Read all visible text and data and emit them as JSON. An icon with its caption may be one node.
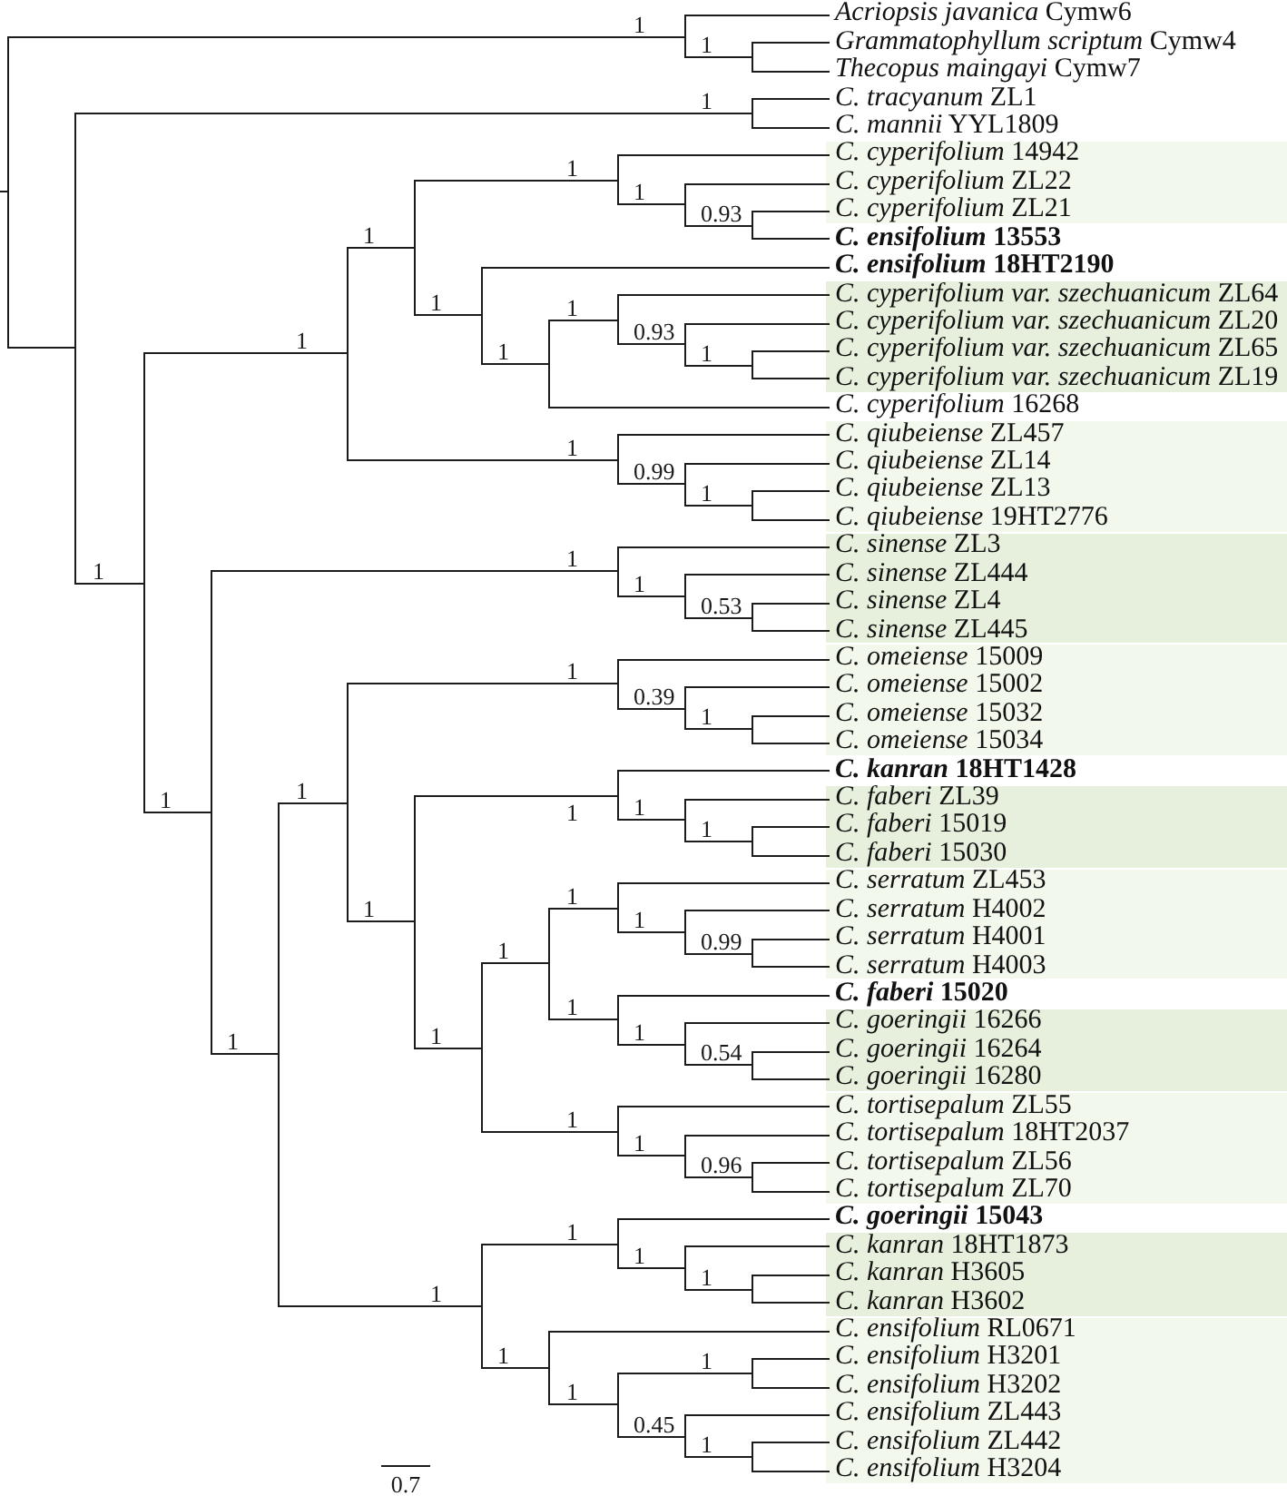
{
  "diagram": {
    "nodes": [
      {
        "text": [
          "*Acriopsis javanica* Cymw6"
        ]
      },
      {
        "text": [
          "*Grammatophyllum scriptum* Cymw4"
        ]
      },
      {
        "text": [
          "*Thecopus maingayi* Cymw7"
        ]
      },
      {
        "text": [
          "*C. tracyanum* ZL1"
        ]
      },
      {
        "text": [
          "*C. mannii* YYL1809"
        ]
      },
      {
        "text": [],
        "shape": "band"
      },
      {
        "text": [
          "*C. cyperifolium* 14942"
        ],
        "in": 5
      },
      {
        "text": [
          "*C. cyperifolium* ZL22"
        ],
        "in": 5
      },
      {
        "text": [
          "*C. cyperifolium* ZL21"
        ],
        "in": 5
      },
      {
        "text": [
          "***C. ensifolium* 13553**"
        ]
      },
      {
        "text": [
          "***C. ensifolium* 18HT2190**"
        ]
      },
      {
        "text": [],
        "shape": "band"
      },
      {
        "text": [
          "*C. cyperifolium var. szechuanicum* ZL64"
        ],
        "in": 11
      },
      {
        "text": [
          "*C. cyperifolium var. szechuanicum* ZL20"
        ],
        "in": 11
      },
      {
        "text": [
          "*C. cyperifolium var. szechuanicum* ZL65"
        ],
        "in": 11
      },
      {
        "text": [
          "*C. cyperifolium var. szechuanicum* ZL19"
        ],
        "in": 11
      },
      {
        "text": [
          "*C. cyperifolium* 16268"
        ]
      },
      {
        "text": [],
        "shape": "band"
      },
      {
        "text": [
          "*C. qiubeiense* ZL457"
        ],
        "in": 17
      },
      {
        "text": [
          "*C. qiubeiense* ZL14"
        ],
        "in": 17
      },
      {
        "text": [
          "*C. qiubeiense* ZL13"
        ],
        "in": 17
      },
      {
        "text": [
          "*C. qiubeiense* 19HT2776"
        ],
        "in": 17
      },
      {
        "text": [],
        "shape": "band"
      },
      {
        "text": [
          "*C. sinense* ZL3"
        ],
        "in": 22
      },
      {
        "text": [
          "*C. sinense* ZL444"
        ],
        "in": 22
      },
      {
        "text": [
          "*C. sinense* ZL4"
        ],
        "in": 22
      },
      {
        "text": [
          "*C. sinense* ZL445"
        ],
        "in": 22
      },
      {
        "text": [],
        "shape": "band"
      },
      {
        "text": [
          "*C. omeiense* 15009"
        ],
        "in": 27
      },
      {
        "text": [
          "*C. omeiense* 15002"
        ],
        "in": 27
      },
      {
        "text": [
          "*C. omeiense* 15032"
        ],
        "in": 27
      },
      {
        "text": [
          "*C. omeiense* 15034"
        ],
        "in": 27
      },
      {
        "text": [
          "***C. kanran* 18HT1428**"
        ]
      },
      {
        "text": [],
        "shape": "band"
      },
      {
        "text": [
          "*C. faberi* ZL39"
        ],
        "in": 33
      },
      {
        "text": [
          "*C. faberi* 15019"
        ],
        "in": 33
      },
      {
        "text": [
          "*C. faberi* 15030"
        ],
        "in": 33
      },
      {
        "text": [],
        "shape": "band"
      },
      {
        "text": [
          "*C. serratum* ZL453"
        ],
        "in": 37
      },
      {
        "text": [
          "*C. serratum* H4002"
        ],
        "in": 37
      },
      {
        "text": [
          "*C. serratum* H4001"
        ],
        "in": 37
      },
      {
        "text": [
          "*C. serratum* H4003"
        ],
        "in": 37
      },
      {
        "text": [
          "***C. faberi* 15020**"
        ]
      },
      {
        "text": [],
        "shape": "band"
      },
      {
        "text": [
          "*C. goeringii* 16266"
        ],
        "in": 43
      },
      {
        "text": [
          "*C. goeringii* 16264"
        ],
        "in": 43
      },
      {
        "text": [
          "*C. goeringii* 16280"
        ],
        "in": 43
      },
      {
        "text": [],
        "shape": "band"
      },
      {
        "text": [
          "*C. tortisepalum* ZL55"
        ],
        "in": 47
      },
      {
        "text": [
          "*C. tortisepalum* 18HT2037"
        ],
        "in": 47
      },
      {
        "text": [
          "*C. tortisepalum* ZL56"
        ],
        "in": 47
      },
      {
        "text": [
          "*C. tortisepalum* ZL70"
        ],
        "in": 47
      },
      {
        "text": [
          "***C. goeringii* 15043**"
        ]
      },
      {
        "text": [],
        "shape": "band"
      },
      {
        "text": [
          "*C. kanran* 18HT1873"
        ],
        "in": 53
      },
      {
        "text": [
          "*C. kanran* H3605"
        ],
        "in": 53
      },
      {
        "text": [
          "*C. kanran* H3602"
        ],
        "in": 53
      },
      {
        "text": [],
        "shape": "band"
      },
      {
        "text": [
          "*C. ensifolium* RL0671"
        ],
        "in": 57
      },
      {
        "text": [
          "*C. ensifolium* H3201"
        ],
        "in": 57
      },
      {
        "text": [
          "*C. ensifolium* H3202"
        ],
        "in": 57
      },
      {
        "text": [
          "*C. ensifolium* ZL443"
        ],
        "in": 57
      },
      {
        "text": [
          "*C. ensifolium* ZL442"
        ],
        "in": 57
      },
      {
        "text": [
          "*C. ensifolium* H3204"
        ],
        "in": 57
      },
      {
        "text": [],
        "shape": "bar"
      },
      {
        "text": [],
        "shape": "bar"
      },
      {
        "text": [],
        "shape": "bar"
      },
      {
        "text": [],
        "shape": "bar"
      },
      {
        "text": [],
        "shape": "bar"
      },
      {
        "text": [],
        "shape": "bar"
      },
      {
        "text": [],
        "shape": "bar"
      },
      {
        "text": [],
        "shape": "bar"
      },
      {
        "text": [],
        "shape": "bar"
      },
      {
        "text": [],
        "shape": "bar"
      },
      {
        "text": [],
        "shape": "bar"
      },
      {
        "text": [],
        "shape": "bar"
      },
      {
        "text": [],
        "shape": "bar"
      },
      {
        "text": [],
        "shape": "bar"
      },
      {
        "text": [],
        "shape": "bar"
      },
      {
        "text": [],
        "shape": "bar"
      },
      {
        "text": [],
        "shape": "bar"
      },
      {
        "text": [],
        "shape": "bar"
      },
      {
        "text": [],
        "shape": "bar"
      },
      {
        "text": [],
        "shape": "bar"
      },
      {
        "text": [],
        "shape": "bar"
      },
      {
        "text": [],
        "shape": "bar"
      },
      {
        "text": [],
        "shape": "bar"
      },
      {
        "text": [],
        "shape": "bar"
      },
      {
        "text": [],
        "shape": "bar"
      },
      {
        "text": [],
        "shape": "bar"
      },
      {
        "text": [],
        "shape": "bar"
      },
      {
        "text": [],
        "shape": "bar"
      },
      {
        "text": [],
        "shape": "bar"
      },
      {
        "text": [],
        "shape": "bar"
      },
      {
        "text": [],
        "shape": "bar"
      },
      {
        "text": [],
        "shape": "bar"
      },
      {
        "text": [],
        "shape": "bar"
      },
      {
        "text": [],
        "shape": "bar"
      },
      {
        "text": [],
        "shape": "bar"
      },
      {
        "text": [],
        "shape": "bar"
      },
      {
        "text": [],
        "shape": "bar"
      },
      {
        "text": [],
        "shape": "bar"
      },
      {
        "text": [],
        "shape": "bar"
      },
      {
        "text": [],
        "shape": "bar"
      },
      {
        "text": [],
        "shape": "bar"
      },
      {
        "text": [],
        "shape": "bar"
      },
      {
        "text": [],
        "shape": "bar"
      },
      {
        "text": [],
        "shape": "bar"
      },
      {
        "text": [],
        "shape": "bar"
      },
      {
        "text": [],
        "shape": "bar"
      },
      {
        "text": [],
        "shape": "bar"
      },
      {
        "text": [],
        "shape": "bar"
      },
      {
        "text": [],
        "shape": "bar"
      },
      {
        "text": [],
        "shape": "bar"
      },
      {
        "text": [],
        "shape": "bar"
      },
      {
        "text": [],
        "shape": "bar"
      }
    ],
    "edges": [
      {
        "from": null,
        "to": 64,
        "arrow": "none"
      },
      {
        "from": 64,
        "to": 65,
        "arrow": "none",
        "label": "1"
      },
      {
        "from": 64,
        "to": 67,
        "arrow": "none"
      },
      {
        "from": 65,
        "to": 0,
        "arrow": "none"
      },
      {
        "from": 65,
        "to": 66,
        "arrow": "none",
        "label": "1"
      },
      {
        "from": 66,
        "to": 1,
        "arrow": "none"
      },
      {
        "from": 66,
        "to": 2,
        "arrow": "none"
      },
      {
        "from": 67,
        "to": 68,
        "arrow": "none",
        "label": "1"
      },
      {
        "from": 67,
        "to": 69,
        "arrow": "none",
        "label": "1"
      },
      {
        "from": 68,
        "to": 3,
        "arrow": "none"
      },
      {
        "from": 68,
        "to": 4,
        "arrow": "none"
      },
      {
        "from": 69,
        "to": 70,
        "arrow": "none",
        "label": "1"
      },
      {
        "from": 69,
        "to": 83,
        "arrow": "none",
        "label": "1"
      },
      {
        "from": 70,
        "to": 71,
        "arrow": "none",
        "label": "1"
      },
      {
        "from": 70,
        "to": 80,
        "arrow": "none",
        "label": "1"
      },
      {
        "from": 71,
        "to": 72,
        "arrow": "none",
        "label": "1"
      },
      {
        "from": 71,
        "to": 75,
        "arrow": "none",
        "label": "1"
      },
      {
        "from": 72,
        "to": 6,
        "arrow": "none"
      },
      {
        "from": 72,
        "to": 73,
        "arrow": "none",
        "label": "1"
      },
      {
        "from": 73,
        "to": 7,
        "arrow": "none"
      },
      {
        "from": 73,
        "to": 74,
        "arrow": "none",
        "label": "0.93"
      },
      {
        "from": 74,
        "to": 8,
        "arrow": "none"
      },
      {
        "from": 74,
        "to": 9,
        "arrow": "none"
      },
      {
        "from": 75,
        "to": 10,
        "arrow": "none"
      },
      {
        "from": 75,
        "to": 76,
        "arrow": "none",
        "label": "1"
      },
      {
        "from": 76,
        "to": 77,
        "arrow": "none",
        "label": "1"
      },
      {
        "from": 76,
        "to": 16,
        "arrow": "none"
      },
      {
        "from": 77,
        "to": 12,
        "arrow": "none"
      },
      {
        "from": 77,
        "to": 78,
        "arrow": "none",
        "label": "0.93"
      },
      {
        "from": 78,
        "to": 13,
        "arrow": "none"
      },
      {
        "from": 78,
        "to": 79,
        "arrow": "none",
        "label": "1"
      },
      {
        "from": 79,
        "to": 14,
        "arrow": "none"
      },
      {
        "from": 79,
        "to": 15,
        "arrow": "none"
      },
      {
        "from": 80,
        "to": 18,
        "arrow": "none"
      },
      {
        "from": 80,
        "to": 81,
        "arrow": "none",
        "label": "0.99"
      },
      {
        "from": 81,
        "to": 19,
        "arrow": "none"
      },
      {
        "from": 81,
        "to": 82,
        "arrow": "none",
        "label": "1"
      },
      {
        "from": 82,
        "to": 20,
        "arrow": "none"
      },
      {
        "from": 82,
        "to": 21,
        "arrow": "none"
      },
      {
        "from": 83,
        "to": 84,
        "arrow": "none",
        "label": "1"
      },
      {
        "from": 83,
        "to": 87,
        "arrow": "none",
        "label": "1"
      },
      {
        "from": 84,
        "to": 23,
        "arrow": "none"
      },
      {
        "from": 84,
        "to": 85,
        "arrow": "none",
        "label": "1"
      },
      {
        "from": 85,
        "to": 24,
        "arrow": "none"
      },
      {
        "from": 85,
        "to": 86,
        "arrow": "none",
        "label": "0.53"
      },
      {
        "from": 86,
        "to": 25,
        "arrow": "none"
      },
      {
        "from": 86,
        "to": 26,
        "arrow": "none"
      },
      {
        "from": 87,
        "to": 88,
        "arrow": "none",
        "label": "1"
      },
      {
        "from": 87,
        "to": 107,
        "arrow": "none",
        "label": "1"
      },
      {
        "from": 88,
        "to": 89,
        "arrow": "none",
        "label": "1"
      },
      {
        "from": 88,
        "to": 92,
        "arrow": "none",
        "label": "1"
      },
      {
        "from": 89,
        "to": 28,
        "arrow": "none"
      },
      {
        "from": 89,
        "to": 90,
        "arrow": "none",
        "label": "0.39"
      },
      {
        "from": 90,
        "to": 29,
        "arrow": "none"
      },
      {
        "from": 90,
        "to": 91,
        "arrow": "none",
        "label": "1"
      },
      {
        "from": 91,
        "to": 30,
        "arrow": "none"
      },
      {
        "from": 91,
        "to": 31,
        "arrow": "none"
      },
      {
        "from": 92,
        "to": 93,
        "arrow": "none",
        "label": "1"
      },
      {
        "from": 92,
        "to": 96,
        "arrow": "none",
        "label": "1"
      },
      {
        "from": 93,
        "to": 32,
        "arrow": "none"
      },
      {
        "from": 93,
        "to": 94,
        "arrow": "none",
        "label": "1"
      },
      {
        "from": 94,
        "to": 34,
        "arrow": "none"
      },
      {
        "from": 94,
        "to": 95,
        "arrow": "none",
        "label": "1"
      },
      {
        "from": 95,
        "to": 35,
        "arrow": "none"
      },
      {
        "from": 95,
        "to": 36,
        "arrow": "none"
      },
      {
        "from": 96,
        "to": 97,
        "arrow": "none",
        "label": "1"
      },
      {
        "from": 96,
        "to": 104,
        "arrow": "none",
        "label": "1"
      },
      {
        "from": 97,
        "to": 98,
        "arrow": "none",
        "label": "1"
      },
      {
        "from": 97,
        "to": 101,
        "arrow": "none",
        "label": "1"
      },
      {
        "from": 98,
        "to": 38,
        "arrow": "none"
      },
      {
        "from": 98,
        "to": 99,
        "arrow": "none",
        "label": "1"
      },
      {
        "from": 99,
        "to": 39,
        "arrow": "none"
      },
      {
        "from": 99,
        "to": 100,
        "arrow": "none",
        "label": "0.99"
      },
      {
        "from": 100,
        "to": 40,
        "arrow": "none"
      },
      {
        "from": 100,
        "to": 41,
        "arrow": "none"
      },
      {
        "from": 101,
        "to": 42,
        "arrow": "none"
      },
      {
        "from": 101,
        "to": 102,
        "arrow": "none",
        "label": "1"
      },
      {
        "from": 102,
        "to": 44,
        "arrow": "none"
      },
      {
        "from": 102,
        "to": 103,
        "arrow": "none",
        "label": "0.54"
      },
      {
        "from": 103,
        "to": 45,
        "arrow": "none"
      },
      {
        "from": 103,
        "to": 46,
        "arrow": "none"
      },
      {
        "from": 104,
        "to": 48,
        "arrow": "none"
      },
      {
        "from": 104,
        "to": 105,
        "arrow": "none",
        "label": "1"
      },
      {
        "from": 105,
        "to": 49,
        "arrow": "none"
      },
      {
        "from": 105,
        "to": 106,
        "arrow": "none",
        "label": "0.96"
      },
      {
        "from": 106,
        "to": 50,
        "arrow": "none"
      },
      {
        "from": 106,
        "to": 51,
        "arrow": "none"
      },
      {
        "from": 107,
        "to": 108,
        "arrow": "none",
        "label": "1"
      },
      {
        "from": 107,
        "to": 111,
        "arrow": "none",
        "label": "1"
      },
      {
        "from": 108,
        "to": 52,
        "arrow": "none"
      },
      {
        "from": 108,
        "to": 109,
        "arrow": "none",
        "label": "1"
      },
      {
        "from": 109,
        "to": 54,
        "arrow": "none"
      },
      {
        "from": 109,
        "to": 110,
        "arrow": "none",
        "label": "1"
      },
      {
        "from": 110,
        "to": 55,
        "arrow": "none"
      },
      {
        "from": 110,
        "to": 56,
        "arrow": "none"
      },
      {
        "from": 111,
        "to": 58,
        "arrow": "none"
      },
      {
        "from": 111,
        "to": 112,
        "arrow": "none",
        "label": "1"
      },
      {
        "from": 112,
        "to": 113,
        "arrow": "none",
        "label": "1"
      },
      {
        "from": 112,
        "to": 114,
        "arrow": "none",
        "label": "0.45"
      },
      {
        "from": 113,
        "to": 59,
        "arrow": "none"
      },
      {
        "from": 113,
        "to": 60,
        "arrow": "none"
      },
      {
        "from": 114,
        "to": 61,
        "arrow": "none"
      },
      {
        "from": 114,
        "to": 115,
        "arrow": "none",
        "label": "1"
      },
      {
        "from": 115,
        "to": 62,
        "arrow": "none"
      },
      {
        "from": 115,
        "to": 63,
        "arrow": "none"
      }
    ],
    "labels": [
      "0.7"
    ]
  }
}
